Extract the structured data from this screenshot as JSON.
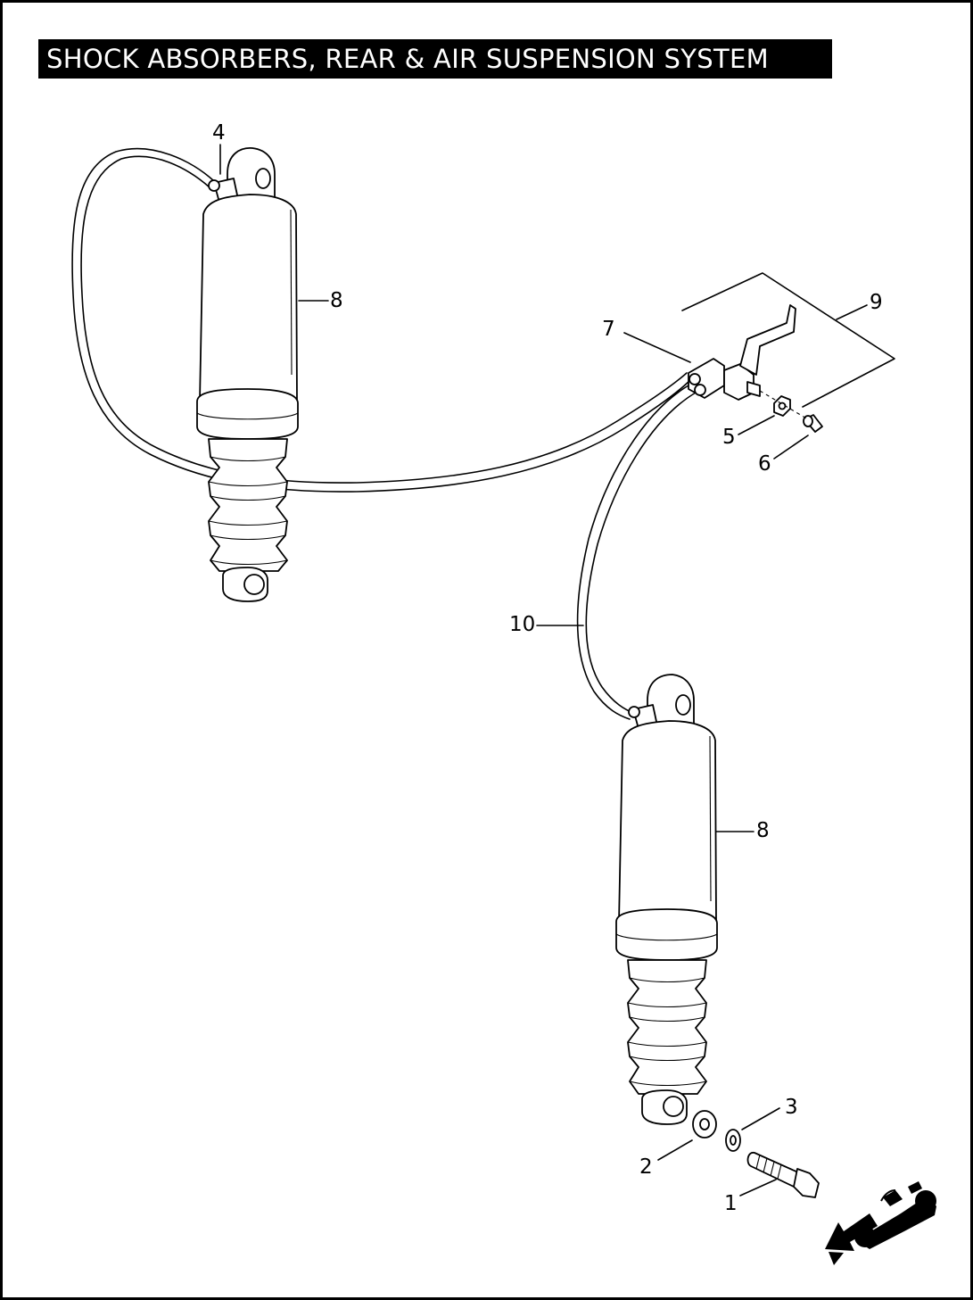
{
  "title": "SHOCK ABSORBERS, REAR & AIR SUSPENSION SYSTEM",
  "callouts": {
    "c1": "1",
    "c2": "2",
    "c3": "3",
    "c4": "4",
    "c5": "5",
    "c6": "6",
    "c7": "7",
    "c8_upper": "8",
    "c8_lower": "8",
    "c9": "9",
    "c10": "10"
  },
  "icons": {
    "orientation": "motorcycle-front-arrow-icon"
  },
  "colors": {
    "ink": "#000000",
    "paper": "#ffffff"
  }
}
